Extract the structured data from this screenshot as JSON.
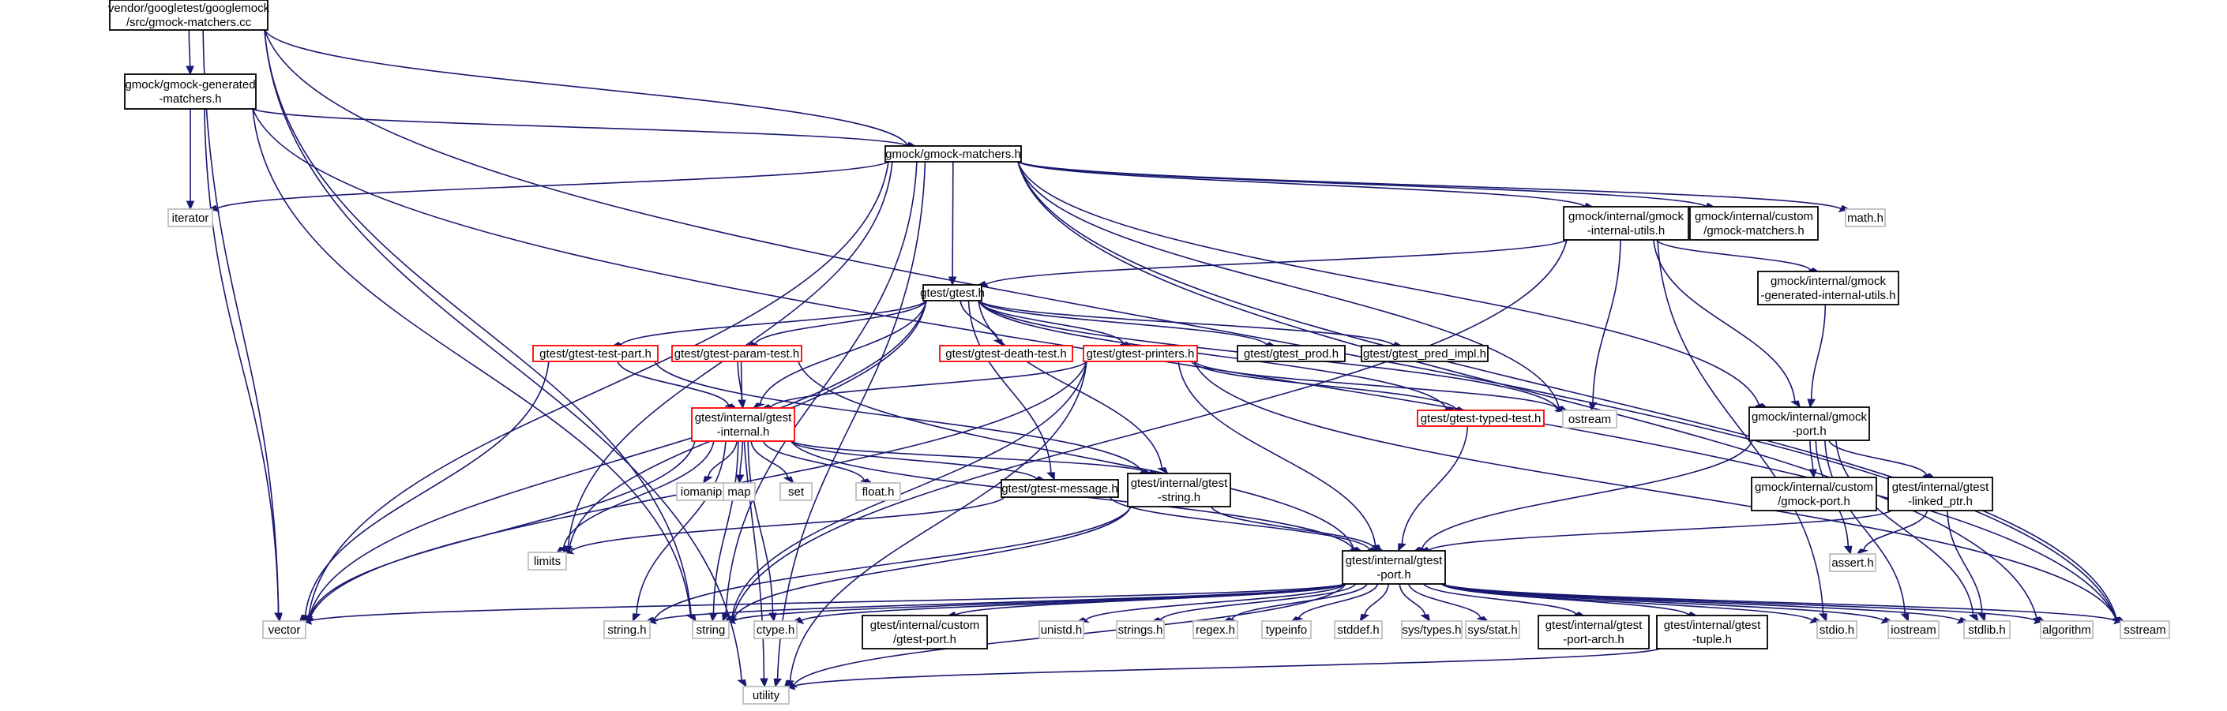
{
  "graph": {
    "colors": {
      "edge": "#191970",
      "normal": "#000000",
      "truncated": "#ff0000",
      "system": "#bfbfbf",
      "root_fill": "#bfbfbf"
    },
    "nodes": [
      {
        "id": "root",
        "lines": [
          "vendor/googletest/googlemock",
          "/src/gmock-matchers.cc"
        ],
        "kind": "root"
      },
      {
        "id": "gmgen",
        "lines": [
          "gmock/gmock-generated",
          "-matchers.h"
        ],
        "kind": "normal"
      },
      {
        "id": "gmm",
        "lines": [
          "gmock/gmock-matchers.h"
        ],
        "kind": "normal"
      },
      {
        "id": "iterator",
        "lines": [
          "iterator"
        ],
        "kind": "system"
      },
      {
        "id": "giu",
        "lines": [
          "gmock/internal/gmock",
          "-internal-utils.h"
        ],
        "kind": "normal"
      },
      {
        "id": "gcm",
        "lines": [
          "gmock/internal/custom",
          "/gmock-matchers.h"
        ],
        "kind": "normal"
      },
      {
        "id": "math",
        "lines": [
          "math.h"
        ],
        "kind": "system"
      },
      {
        "id": "gtest",
        "lines": [
          "gtest/gtest.h"
        ],
        "kind": "normal"
      },
      {
        "id": "ggiu",
        "lines": [
          "gmock/internal/gmock",
          "-generated-internal-utils.h"
        ],
        "kind": "normal"
      },
      {
        "id": "gtp",
        "lines": [
          "gtest/gtest-test-part.h"
        ],
        "kind": "truncated"
      },
      {
        "id": "gpt",
        "lines": [
          "gtest/gtest-param-test.h"
        ],
        "kind": "truncated"
      },
      {
        "id": "gdt",
        "lines": [
          "gtest/gtest-death-test.h"
        ],
        "kind": "truncated"
      },
      {
        "id": "gpr",
        "lines": [
          "gtest/gtest-printers.h"
        ],
        "kind": "truncated"
      },
      {
        "id": "gprod",
        "lines": [
          "gtest/gtest_prod.h"
        ],
        "kind": "normal"
      },
      {
        "id": "gpred",
        "lines": [
          "gtest/gtest_pred_impl.h"
        ],
        "kind": "normal"
      },
      {
        "id": "ostream",
        "lines": [
          "ostream"
        ],
        "kind": "system"
      },
      {
        "id": "gint",
        "lines": [
          "gtest/internal/gtest",
          "-internal.h"
        ],
        "kind": "truncated"
      },
      {
        "id": "gtt",
        "lines": [
          "gtest/gtest-typed-test.h"
        ],
        "kind": "truncated"
      },
      {
        "id": "gmport",
        "lines": [
          "gmock/internal/gmock",
          "-port.h"
        ],
        "kind": "normal"
      },
      {
        "id": "iomanip",
        "lines": [
          "iomanip"
        ],
        "kind": "system"
      },
      {
        "id": "map",
        "lines": [
          "map"
        ],
        "kind": "system"
      },
      {
        "id": "set",
        "lines": [
          "set"
        ],
        "kind": "system"
      },
      {
        "id": "float",
        "lines": [
          "float.h"
        ],
        "kind": "system"
      },
      {
        "id": "gmsg",
        "lines": [
          "gtest/gtest-message.h"
        ],
        "kind": "normal"
      },
      {
        "id": "gstr",
        "lines": [
          "gtest/internal/gtest",
          "-string.h"
        ],
        "kind": "normal"
      },
      {
        "id": "gcport",
        "lines": [
          "gmock/internal/custom",
          "/gmock-port.h"
        ],
        "kind": "normal"
      },
      {
        "id": "glp",
        "lines": [
          "gtest/internal/gtest",
          "-linked_ptr.h"
        ],
        "kind": "normal"
      },
      {
        "id": "limits",
        "lines": [
          "limits"
        ],
        "kind": "system"
      },
      {
        "id": "gport",
        "lines": [
          "gtest/internal/gtest",
          "-port.h"
        ],
        "kind": "normal"
      },
      {
        "id": "assert",
        "lines": [
          "assert.h"
        ],
        "kind": "system"
      },
      {
        "id": "vector",
        "lines": [
          "vector"
        ],
        "kind": "system"
      },
      {
        "id": "stringh",
        "lines": [
          "string.h"
        ],
        "kind": "system"
      },
      {
        "id": "string",
        "lines": [
          "string"
        ],
        "kind": "system"
      },
      {
        "id": "ctype",
        "lines": [
          "ctype.h"
        ],
        "kind": "system"
      },
      {
        "id": "gtcport",
        "lines": [
          "gtest/internal/custom",
          "/gtest-port.h"
        ],
        "kind": "normal"
      },
      {
        "id": "unistd",
        "lines": [
          "unistd.h"
        ],
        "kind": "system"
      },
      {
        "id": "strings",
        "lines": [
          "strings.h"
        ],
        "kind": "system"
      },
      {
        "id": "regex",
        "lines": [
          "regex.h"
        ],
        "kind": "system"
      },
      {
        "id": "typeinfo",
        "lines": [
          "typeinfo"
        ],
        "kind": "system"
      },
      {
        "id": "stddef",
        "lines": [
          "stddef.h"
        ],
        "kind": "system"
      },
      {
        "id": "systypes",
        "lines": [
          "sys/types.h"
        ],
        "kind": "system"
      },
      {
        "id": "sysstat",
        "lines": [
          "sys/stat.h"
        ],
        "kind": "system"
      },
      {
        "id": "gpa",
        "lines": [
          "gtest/internal/gtest",
          "-port-arch.h"
        ],
        "kind": "normal"
      },
      {
        "id": "gtup",
        "lines": [
          "gtest/internal/gtest",
          "-tuple.h"
        ],
        "kind": "normal"
      },
      {
        "id": "stdio",
        "lines": [
          "stdio.h"
        ],
        "kind": "system"
      },
      {
        "id": "iostream",
        "lines": [
          "iostream"
        ],
        "kind": "system"
      },
      {
        "id": "stdlib",
        "lines": [
          "stdlib.h"
        ],
        "kind": "system"
      },
      {
        "id": "algorithm",
        "lines": [
          "algorithm"
        ],
        "kind": "system"
      },
      {
        "id": "sstream",
        "lines": [
          "sstream"
        ],
        "kind": "system"
      },
      {
        "id": "utility",
        "lines": [
          "utility"
        ],
        "kind": "system"
      }
    ],
    "edges": [
      [
        "root",
        "gmgen"
      ],
      [
        "root",
        "gmm"
      ],
      [
        "root",
        "vector"
      ],
      [
        "root",
        "string"
      ],
      [
        "root",
        "sstream"
      ],
      [
        "root",
        "utility"
      ],
      [
        "gmgen",
        "gmm"
      ],
      [
        "gmgen",
        "iterator"
      ],
      [
        "gmgen",
        "vector"
      ],
      [
        "gmgen",
        "string"
      ],
      [
        "gmgen",
        "sstream"
      ],
      [
        "gmm",
        "iterator"
      ],
      [
        "gmm",
        "giu"
      ],
      [
        "gmm",
        "gcm"
      ],
      [
        "gmm",
        "math"
      ],
      [
        "gmm",
        "gtest"
      ],
      [
        "gmm",
        "gmport"
      ],
      [
        "gmm",
        "ostream"
      ],
      [
        "gmm",
        "limits"
      ],
      [
        "gmm",
        "vector"
      ],
      [
        "gmm",
        "string"
      ],
      [
        "gmm",
        "utility"
      ],
      [
        "gmm",
        "algorithm"
      ],
      [
        "gmm",
        "sstream"
      ],
      [
        "giu",
        "gtest"
      ],
      [
        "giu",
        "ggiu"
      ],
      [
        "giu",
        "gmport"
      ],
      [
        "giu",
        "ostream"
      ],
      [
        "giu",
        "string"
      ],
      [
        "giu",
        "stdio"
      ],
      [
        "ggiu",
        "gmport"
      ],
      [
        "gtest",
        "gtp"
      ],
      [
        "gtest",
        "gpt"
      ],
      [
        "gtest",
        "gdt"
      ],
      [
        "gtest",
        "gpr"
      ],
      [
        "gtest",
        "gprod"
      ],
      [
        "gtest",
        "gpred"
      ],
      [
        "gtest",
        "ostream"
      ],
      [
        "gtest",
        "gint"
      ],
      [
        "gtest",
        "gtt"
      ],
      [
        "gtest",
        "gmsg"
      ],
      [
        "gtest",
        "gstr"
      ],
      [
        "gtest",
        "vector"
      ],
      [
        "gtest",
        "limits"
      ],
      [
        "gtp",
        "gint"
      ],
      [
        "gtp",
        "gstr"
      ],
      [
        "gtp",
        "vector"
      ],
      [
        "gpt",
        "gint"
      ],
      [
        "gpt",
        "gport"
      ],
      [
        "gpt",
        "utility"
      ],
      [
        "gpr",
        "gint"
      ],
      [
        "gpr",
        "gtt"
      ],
      [
        "gpr",
        "gport"
      ],
      [
        "gpr",
        "ostream"
      ],
      [
        "gpr",
        "sstream"
      ],
      [
        "gpr",
        "string"
      ],
      [
        "gpr",
        "utility"
      ],
      [
        "gpr",
        "vector"
      ],
      [
        "gtt",
        "gport"
      ],
      [
        "gint",
        "iomanip"
      ],
      [
        "gint",
        "map"
      ],
      [
        "gint",
        "set"
      ],
      [
        "gint",
        "float"
      ],
      [
        "gint",
        "gmsg"
      ],
      [
        "gint",
        "gstr"
      ],
      [
        "gint",
        "gport"
      ],
      [
        "gint",
        "limits"
      ],
      [
        "gint",
        "vector"
      ],
      [
        "gint",
        "stringh"
      ],
      [
        "gint",
        "string"
      ],
      [
        "gint",
        "ctype"
      ],
      [
        "gmsg",
        "gport"
      ],
      [
        "gmsg",
        "limits"
      ],
      [
        "gstr",
        "gport"
      ],
      [
        "gstr",
        "string"
      ],
      [
        "gstr",
        "stringh"
      ],
      [
        "gmport",
        "gport"
      ],
      [
        "gmport",
        "gcport"
      ],
      [
        "gmport",
        "glp"
      ],
      [
        "gmport",
        "assert"
      ],
      [
        "gmport",
        "stdlib"
      ],
      [
        "gmport",
        "iostream"
      ],
      [
        "glp",
        "gport"
      ],
      [
        "glp",
        "assert"
      ],
      [
        "glp",
        "stdlib"
      ],
      [
        "gport",
        "vector"
      ],
      [
        "gport",
        "stringh"
      ],
      [
        "gport",
        "string"
      ],
      [
        "gport",
        "ctype"
      ],
      [
        "gport",
        "gtcport"
      ],
      [
        "gport",
        "unistd"
      ],
      [
        "gport",
        "strings"
      ],
      [
        "gport",
        "regex"
      ],
      [
        "gport",
        "typeinfo"
      ],
      [
        "gport",
        "stddef"
      ],
      [
        "gport",
        "systypes"
      ],
      [
        "gport",
        "sysstat"
      ],
      [
        "gport",
        "gpa"
      ],
      [
        "gport",
        "gtup"
      ],
      [
        "gport",
        "stdio"
      ],
      [
        "gport",
        "iostream"
      ],
      [
        "gport",
        "stdlib"
      ],
      [
        "gport",
        "algorithm"
      ],
      [
        "gport",
        "sstream"
      ],
      [
        "gport",
        "utility"
      ],
      [
        "gtup",
        "utility"
      ]
    ]
  }
}
